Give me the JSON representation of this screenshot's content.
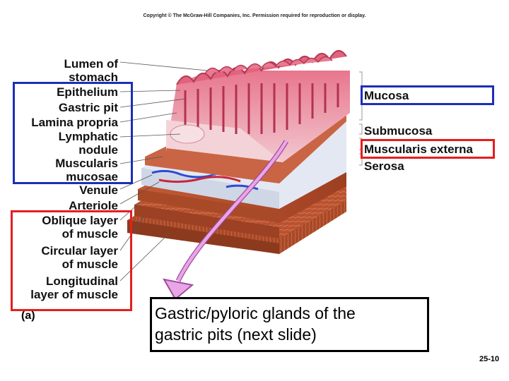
{
  "copyright": "Copyright © The McGraw-Hill Companies, Inc. Permission required for reproduction or display.",
  "left_labels": [
    {
      "id": "lumen",
      "lines": [
        "Lumen of",
        "stomach"
      ]
    },
    {
      "id": "epithelium",
      "lines": [
        "Epithelium"
      ]
    },
    {
      "id": "gastric-pit",
      "lines": [
        "Gastric pit"
      ]
    },
    {
      "id": "lamina-propria",
      "lines": [
        "Lamina propria"
      ]
    },
    {
      "id": "lymphatic-nodule",
      "lines": [
        "Lymphatic",
        "nodule"
      ]
    },
    {
      "id": "muscularis-mucosae",
      "lines": [
        "Muscularis",
        "mucosae"
      ]
    },
    {
      "id": "venule",
      "lines": [
        "Venule"
      ]
    },
    {
      "id": "arteriole",
      "lines": [
        "Arteriole"
      ]
    },
    {
      "id": "oblique",
      "lines": [
        "Oblique layer",
        "of muscle"
      ]
    },
    {
      "id": "circular",
      "lines": [
        "Circular layer",
        "of muscle"
      ]
    },
    {
      "id": "longitudinal",
      "lines": [
        "Longitudinal",
        "layer of muscle"
      ]
    }
  ],
  "right_labels": {
    "mucosa": "Mucosa",
    "submucosa": "Submucosa",
    "muscularis_externa": "Muscularis externa",
    "serosa": "Serosa"
  },
  "figure_letter": "(a)",
  "callout": {
    "line1": "Gastric/pyloric glands of the",
    "line2": "gastric pits (next slide)"
  },
  "slide_number": "25-10",
  "colors": {
    "blue_box": "#1a2fb8",
    "red_box": "#e51e1e",
    "arrow": "#d98ad6",
    "mucosa": "#e0607a",
    "muscle": "#b5502f"
  }
}
